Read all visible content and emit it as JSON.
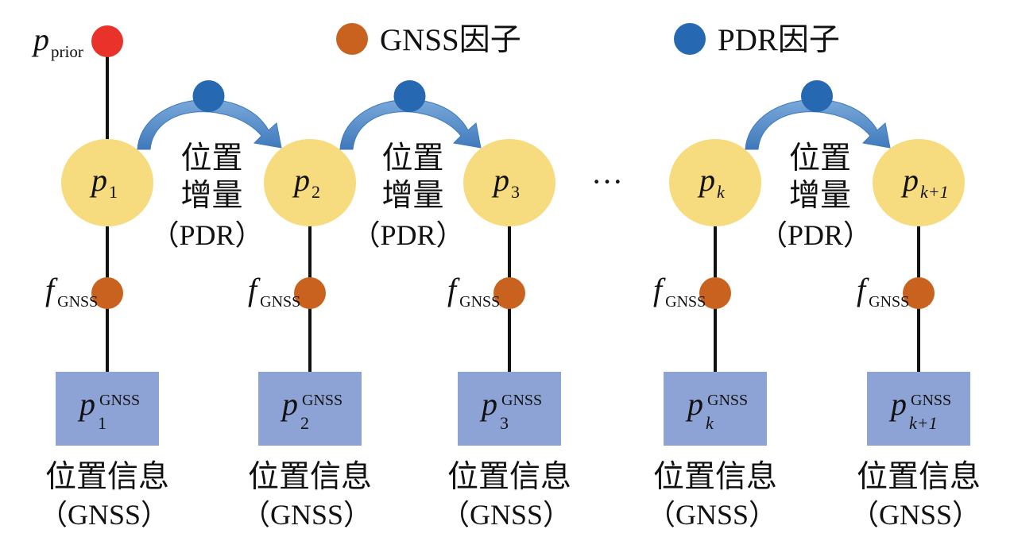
{
  "colors": {
    "prior": "#e8322a",
    "gnss_factor": "#c9621f",
    "pdr_factor": "#2668b1",
    "pose_node": "#f6db7f",
    "gnss_box": "#8ea3d5",
    "arrow": "#5d91cc",
    "edge": "#111111"
  },
  "legend": {
    "gnss": "GNSS因子",
    "pdr": "PDR因子"
  },
  "prior": {
    "base": "p",
    "sub": "prior"
  },
  "ellipsis": "···",
  "pdr_label": {
    "line1": "位置",
    "line2": "增量",
    "line3": "（PDR）"
  },
  "factor_label": {
    "base": "f",
    "sub": "GNSS"
  },
  "gnss_sup": "GNSS",
  "info_label": {
    "line1": "位置信息",
    "line2": "（GNSS）"
  },
  "nodes": [
    {
      "sub": "1"
    },
    {
      "sub": "2"
    },
    {
      "sub": "3"
    },
    {
      "sub": "k"
    },
    {
      "sub": "k+1"
    }
  ]
}
